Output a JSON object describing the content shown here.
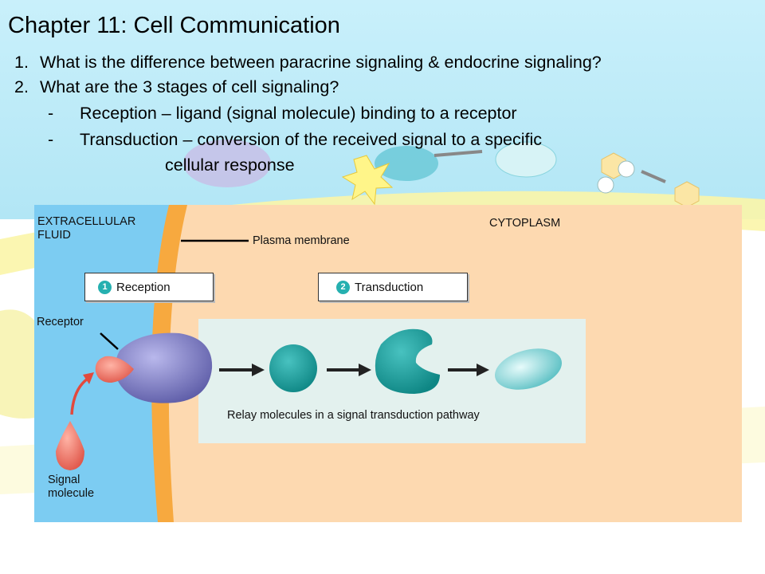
{
  "slide": {
    "title": "Chapter 11:  Cell Communication",
    "questions": [
      {
        "num": "1.",
        "text": "What is the difference between paracrine signaling & endocrine signaling?"
      },
      {
        "num": "2.",
        "text": "What are the 3 stages of cell signaling?"
      }
    ],
    "bullets": [
      {
        "dash": "-",
        "text": "Reception – ligand (signal molecule) binding to a receptor"
      },
      {
        "dash": "-",
        "text": "Transduction – conversion of the received signal to a specific"
      }
    ],
    "bullet_continuation": "cellular response"
  },
  "figure": {
    "extracellular_label": "EXTRACELLULAR\nFLUID",
    "cytoplasm_label": "CYTOPLASM",
    "plasma_membrane_label": "Plasma membrane",
    "receptor_label": "Receptor",
    "signal_molecule_label": "Signal\nmolecule",
    "relay_label": "Relay molecules in a signal transduction pathway",
    "steps": [
      {
        "num": "1",
        "label": "Reception"
      },
      {
        "num": "2",
        "label": "Transduction"
      }
    ],
    "colors": {
      "extracellular": "#7cccf2",
      "membrane": "#f7a93f",
      "cytoplasm": "#fdd9b0",
      "relay_box": "#e3f1ee",
      "receptor": "#8f8ed2",
      "signal": "#f07a68",
      "relay": "#179e9c",
      "badge": "#26b0b0"
    }
  }
}
